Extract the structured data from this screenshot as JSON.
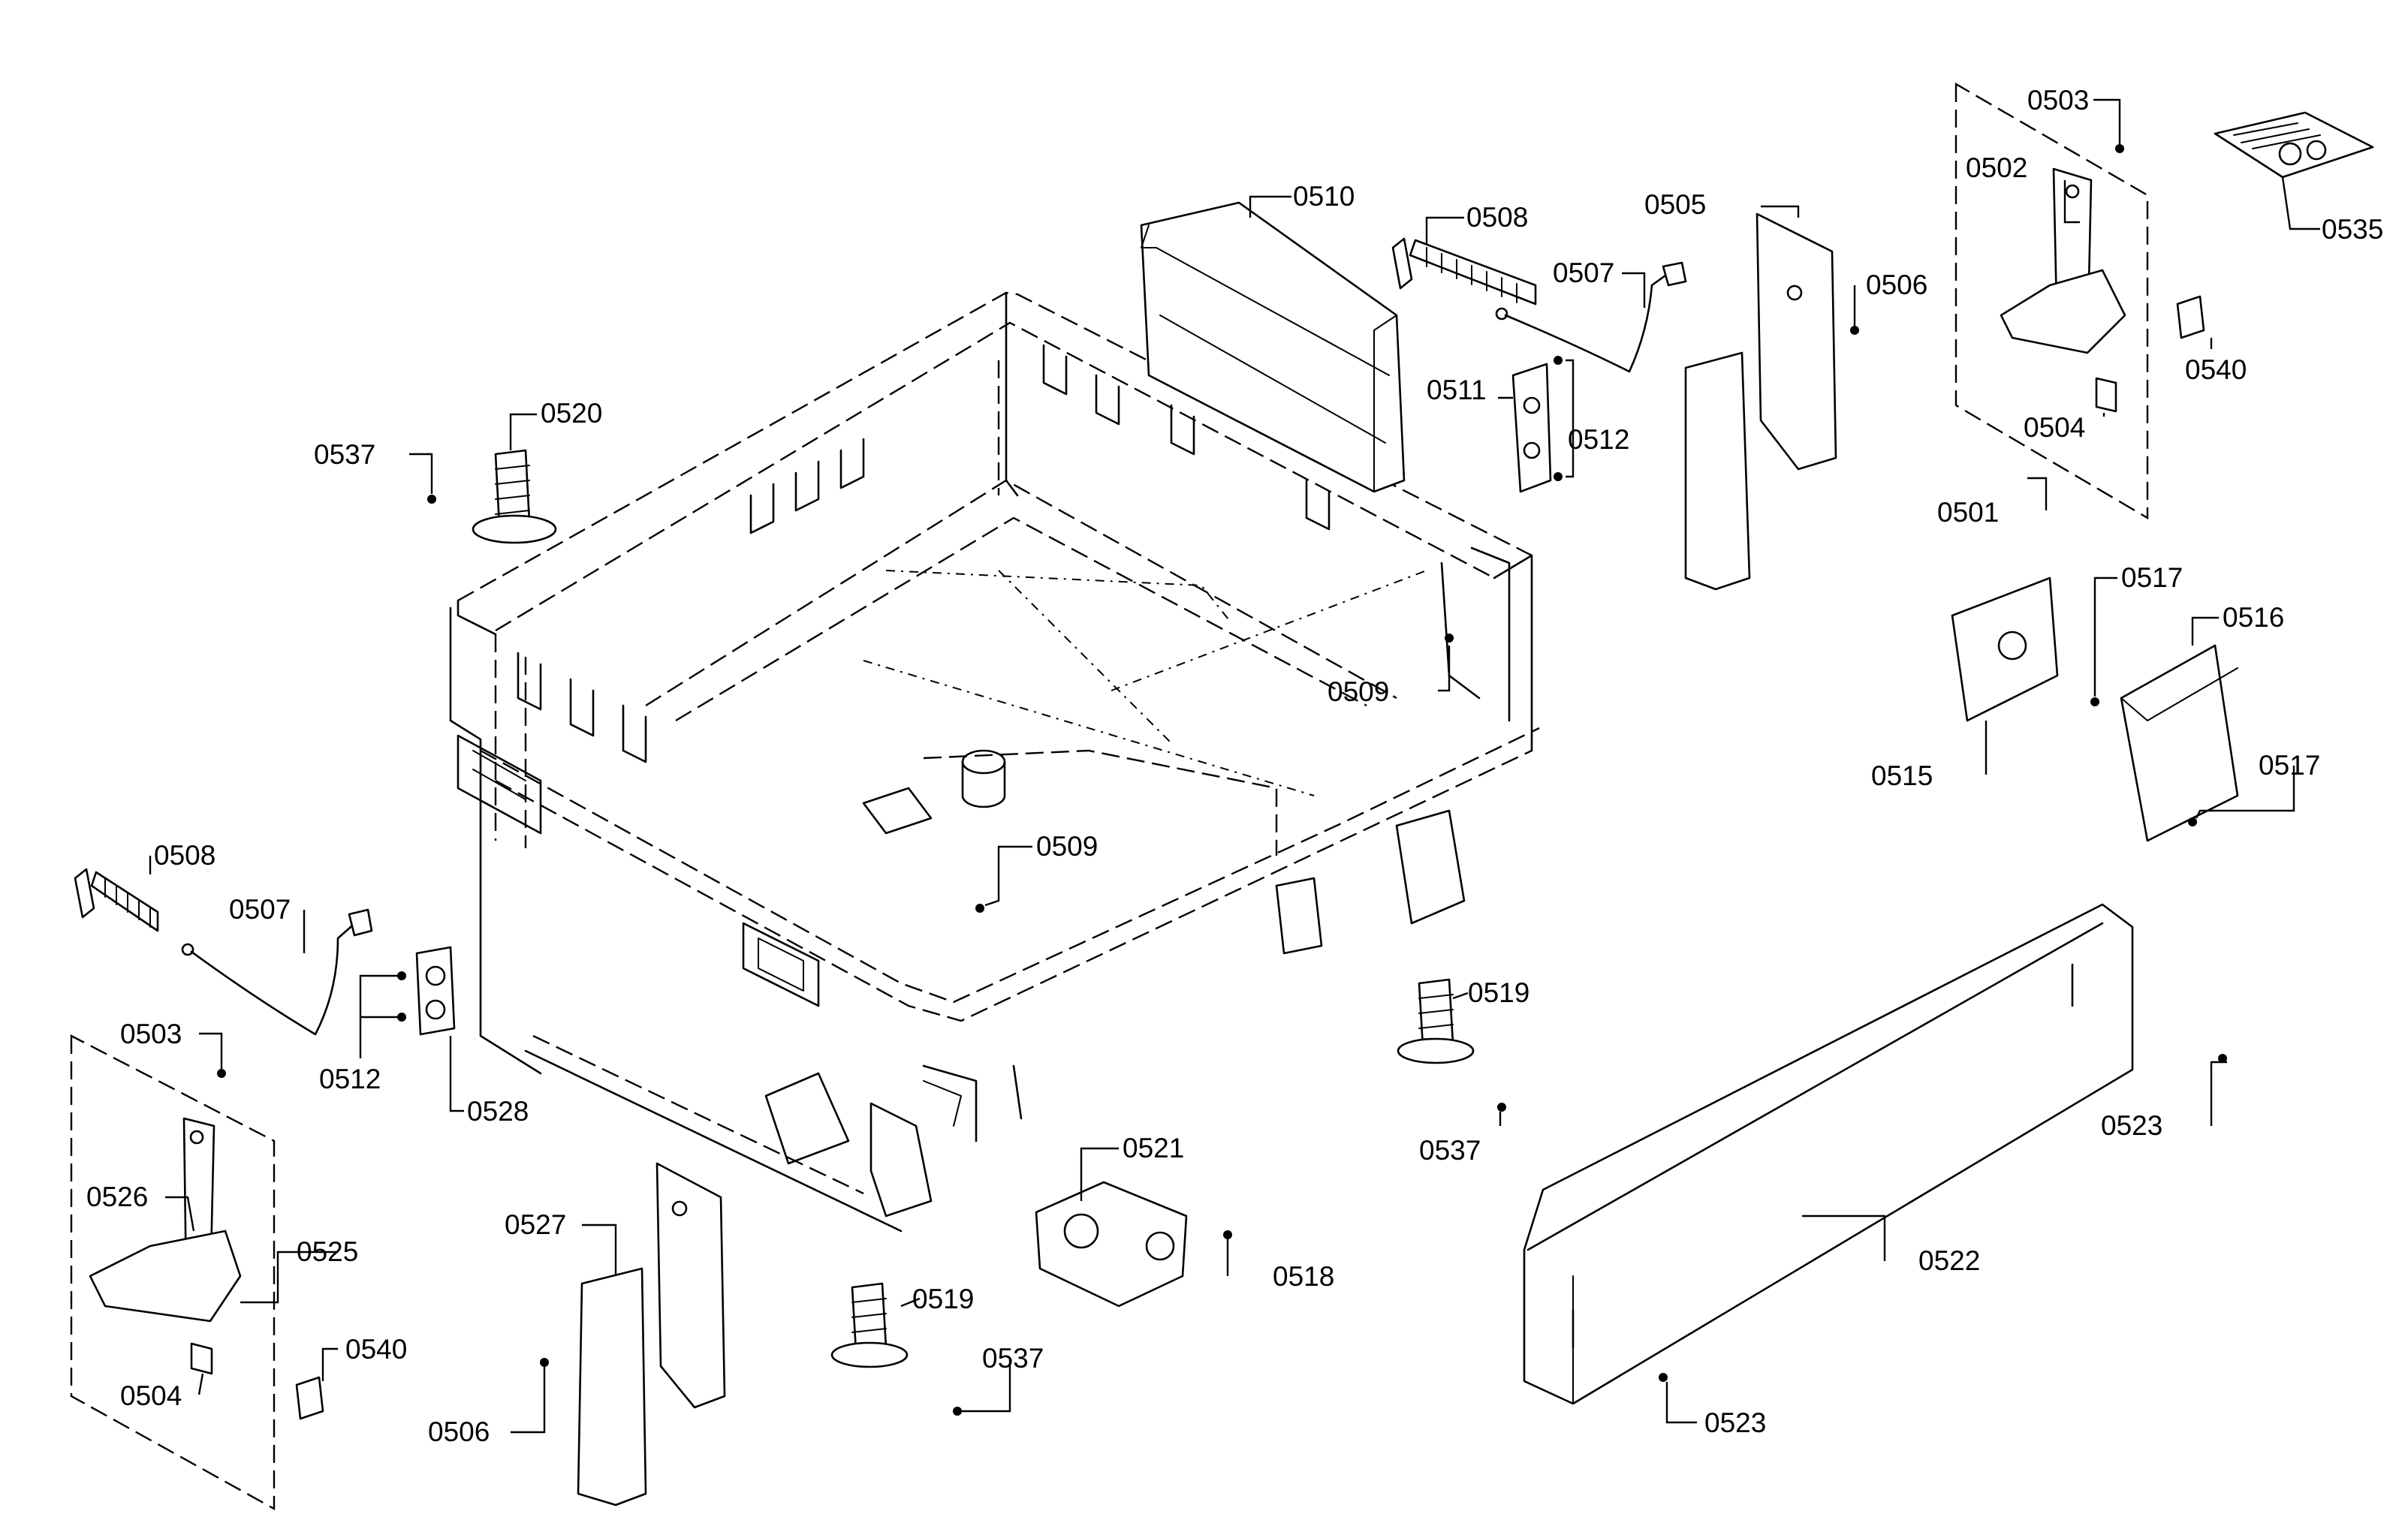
{
  "labels": {
    "l0503a": "0503",
    "l0502": "0502",
    "l0535": "0535",
    "l0510": "0510",
    "l0508a": "0508",
    "l0505": "0505",
    "l0507a": "0507",
    "l0506a": "0506",
    "l0540a": "0540",
    "l0511": "0511",
    "l0512a": "0512",
    "l0504a": "0504",
    "l0501": "0501",
    "l0520": "0520",
    "l0537a": "0537",
    "l0517a": "0517",
    "l0516": "0516",
    "l0509a": "0509",
    "l0515": "0515",
    "l0517b": "0517",
    "l0508b": "0508",
    "l0509b": "0509",
    "l0507b": "0507",
    "l0519a": "0519",
    "l0503b": "0503",
    "l0512b": "0512",
    "l0528": "0528",
    "l0523a": "0523",
    "l0537b": "0537",
    "l0521": "0521",
    "l0526": "0526",
    "l0527": "0527",
    "l0525": "0525",
    "l0518": "0518",
    "l0522": "0522",
    "l0540b": "0540",
    "l0519b": "0519",
    "l0537c": "0537",
    "l0504b": "0504",
    "l0506b": "0506",
    "l0523b": "0523"
  },
  "colors": {
    "ink": "#000000",
    "paper": "#ffffff"
  }
}
